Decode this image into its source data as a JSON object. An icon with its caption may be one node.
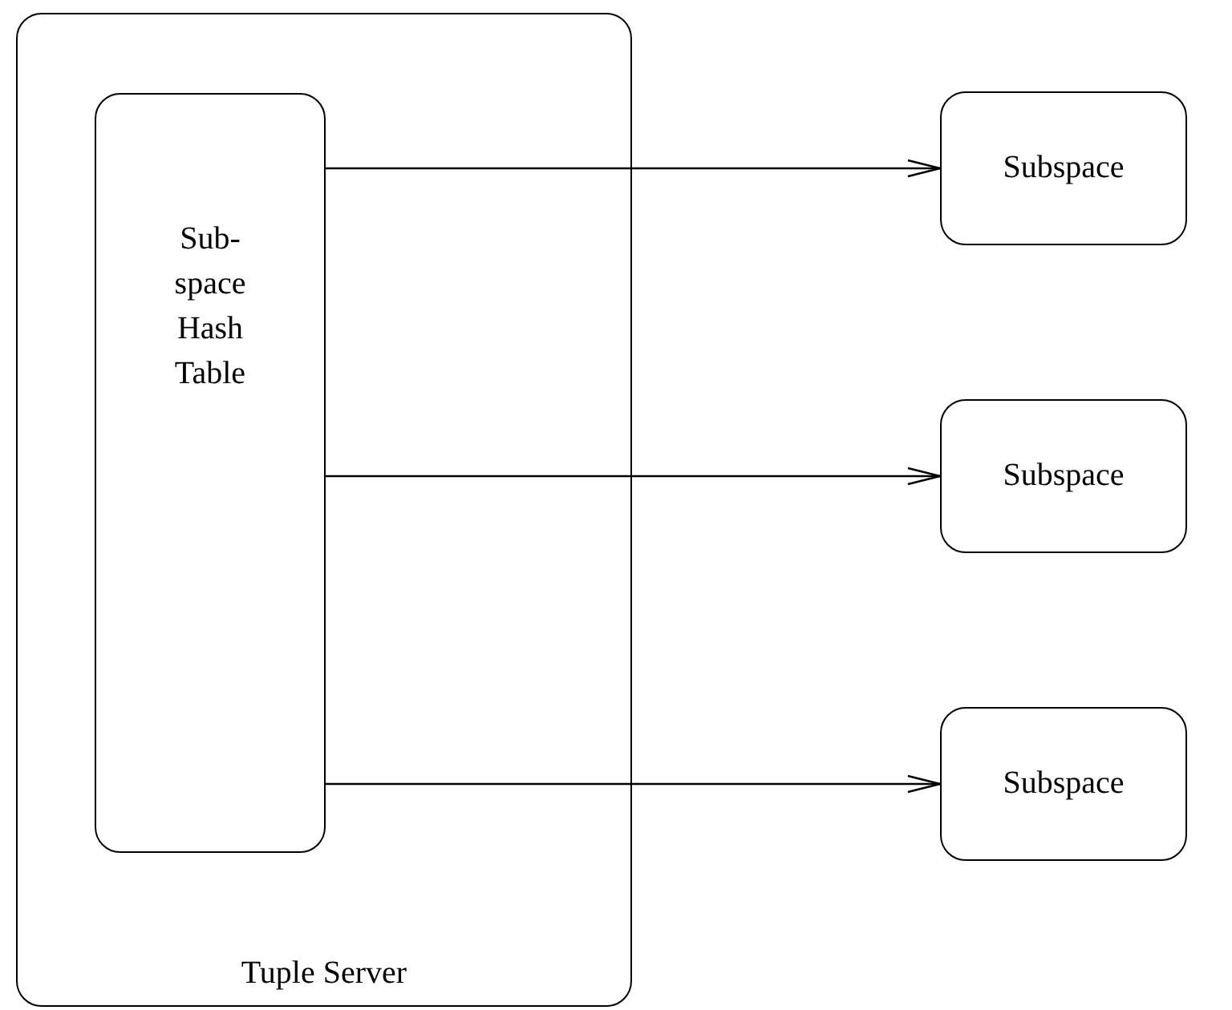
{
  "diagram": {
    "nodes": [
      {
        "text": [
          "Tuple Server"
        ]
      },
      {
        "text": [
          "Sub- space Hash Table"
        ],
        "in": 0
      },
      {
        "text": [
          "Subspace"
        ]
      },
      {
        "text": [
          "Subspace"
        ]
      },
      {
        "text": [
          "Subspace"
        ]
      }
    ],
    "edges": [
      {
        "from": 1,
        "to": 2,
        "arrow": "to"
      },
      {
        "from": 1,
        "to": 3,
        "arrow": "to"
      },
      {
        "from": 1,
        "to": 4,
        "arrow": "to"
      }
    ]
  }
}
